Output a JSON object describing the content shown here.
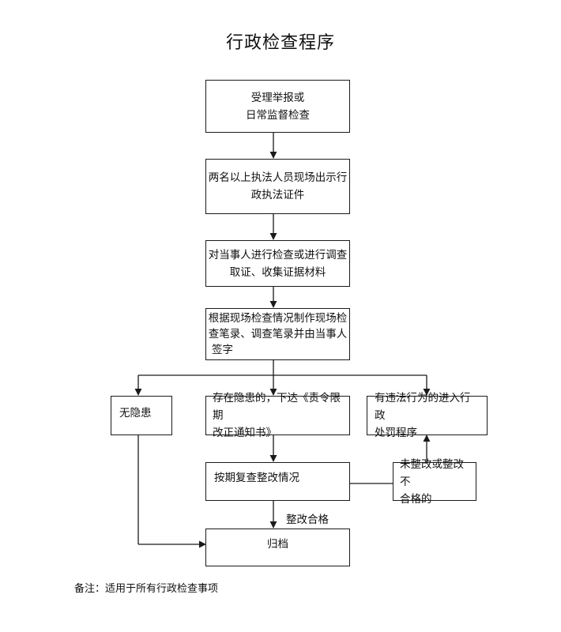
{
  "title": "行政检查程序",
  "steps": {
    "s1": [
      "受理举报或",
      "日常监督检查"
    ],
    "s2": [
      "两名以上执法人员现场出示行",
      "政执法证件"
    ],
    "s3": [
      "对当事人进行检查或进行调查",
      "取证、收集证据材料"
    ],
    "s4": [
      "根据现场检查情况制作现场检",
      "查笔录、调查笔录并由当事人",
      "签字"
    ],
    "no_hazard": [
      "无隐患"
    ],
    "hazard": [
      "存在隐患的，下达《责令限期",
      "改正通知书》"
    ],
    "violation": [
      "有违法行为的进入行政",
      "处罚程序"
    ],
    "recheck": [
      "按期复查整改情况"
    ],
    "not_fixed": [
      "未整改或整改不",
      "合格的"
    ],
    "archive": [
      "归档"
    ]
  },
  "labels": {
    "fixed_ok": "整改合格"
  },
  "note": "备注：适用于所有行政检查事项"
}
